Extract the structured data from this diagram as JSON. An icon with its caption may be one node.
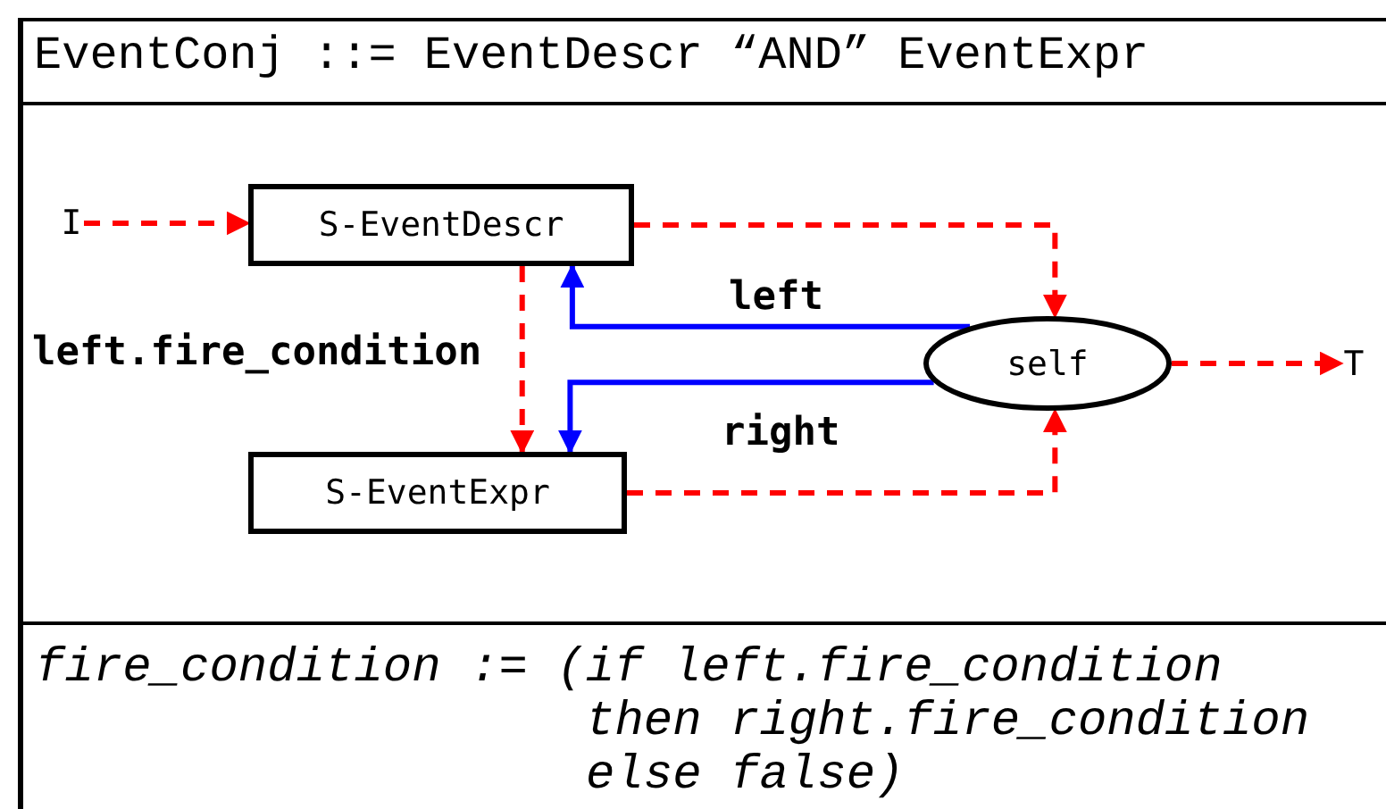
{
  "diagram": {
    "title": "EventConj ::= EventDescr “AND” EventExpr",
    "nodes": [
      {
        "text": [
          "S-EventDescr"
        ]
      },
      {
        "text": [
          "S-EventExpr"
        ]
      },
      {
        "text": [
          "self"
        ]
      },
      {
        "text": [
          "I"
        ]
      },
      {
        "text": [
          "T"
        ]
      }
    ],
    "edges": [
      {
        "from": 3,
        "to": 0,
        "arrow": "to",
        "style": "dashed"
      },
      {
        "from": 0,
        "to": 2,
        "arrow": "to",
        "style": "dashed"
      },
      {
        "from": 0,
        "to": 1,
        "arrow": "to",
        "style": "dashed",
        "label": "left.fire_condition"
      },
      {
        "from": 2,
        "to": 0,
        "arrow": "to",
        "color": "#0000ff",
        "label": "left"
      },
      {
        "from": 2,
        "to": 1,
        "arrow": "to",
        "color": "#0000ff",
        "label": "right"
      },
      {
        "from": 1,
        "to": 2,
        "arrow": "to",
        "style": "dashed"
      },
      {
        "from": 2,
        "to": 4,
        "arrow": "to",
        "style": "dashed"
      }
    ],
    "labels": [
      "fire_condition := (if left.fire_condition",
      "then right.fire_condition",
      "else false)"
    ]
  }
}
